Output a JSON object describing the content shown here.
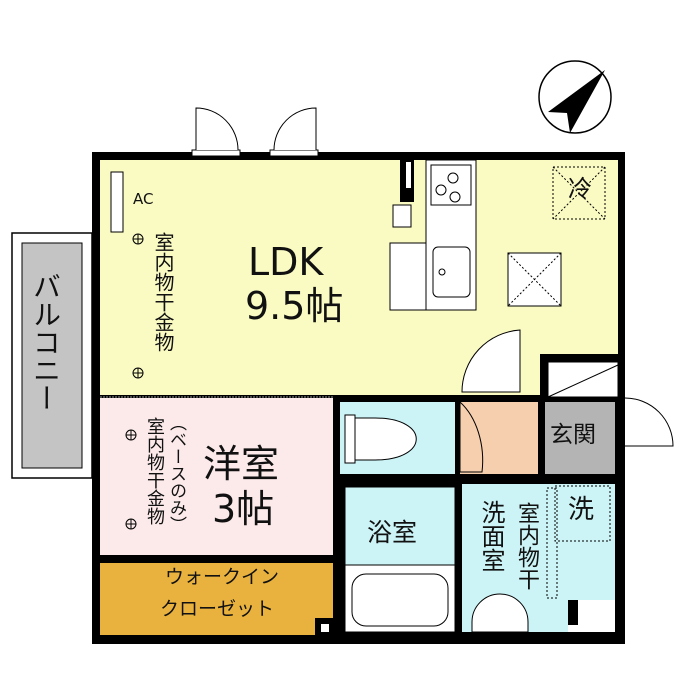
{
  "colors": {
    "ldk": "#fafac3",
    "western": "#fceaea",
    "closet": "#e9b23e",
    "wet": "#ccf4f7",
    "hall": "#f6cfae",
    "entrance": "#b4b4b4",
    "balcony": "#c4c4c4",
    "wall": "#000000"
  },
  "compass": {
    "icon": "north-arrow-icon"
  },
  "balcony": {
    "label": "バルコニー"
  },
  "ldk": {
    "ac_label": "AC",
    "drying_label": "室内物干金物",
    "name": "LDK",
    "size": "9.5帖",
    "fridge_label": "冷"
  },
  "western": {
    "note": "（ベースのみ）",
    "drying_label": "室内物干金物",
    "name": "洋室",
    "size": "3帖"
  },
  "closet": {
    "line1": "ウォークイン",
    "line2": "クローゼット"
  },
  "bath": {
    "name": "浴室"
  },
  "washroom": {
    "name": "洗面室",
    "drying_label": "室内物干",
    "washer_label": "洗"
  },
  "entrance": {
    "name": "玄関"
  }
}
